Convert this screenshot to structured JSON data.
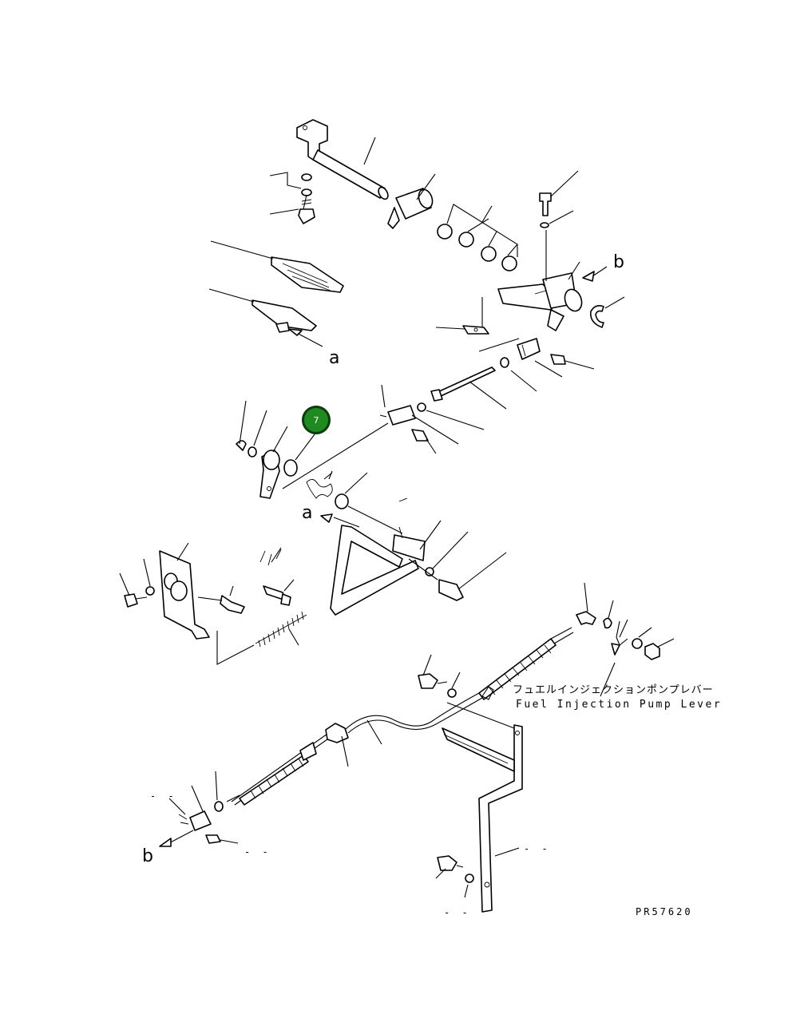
{
  "labels": {
    "a_top": "a",
    "a_mid": "a",
    "b_top": "b",
    "b_bottom": "b"
  },
  "marker": {
    "number": "7",
    "color": "#1f8a1f"
  },
  "callout": {
    "japanese": "フュエルインジェクションポンプレバー",
    "english": "Fuel Injection Pump Lever"
  },
  "drawing_code": "PR57620",
  "dashes": [
    "- -",
    "- -",
    "- -",
    "- -"
  ]
}
